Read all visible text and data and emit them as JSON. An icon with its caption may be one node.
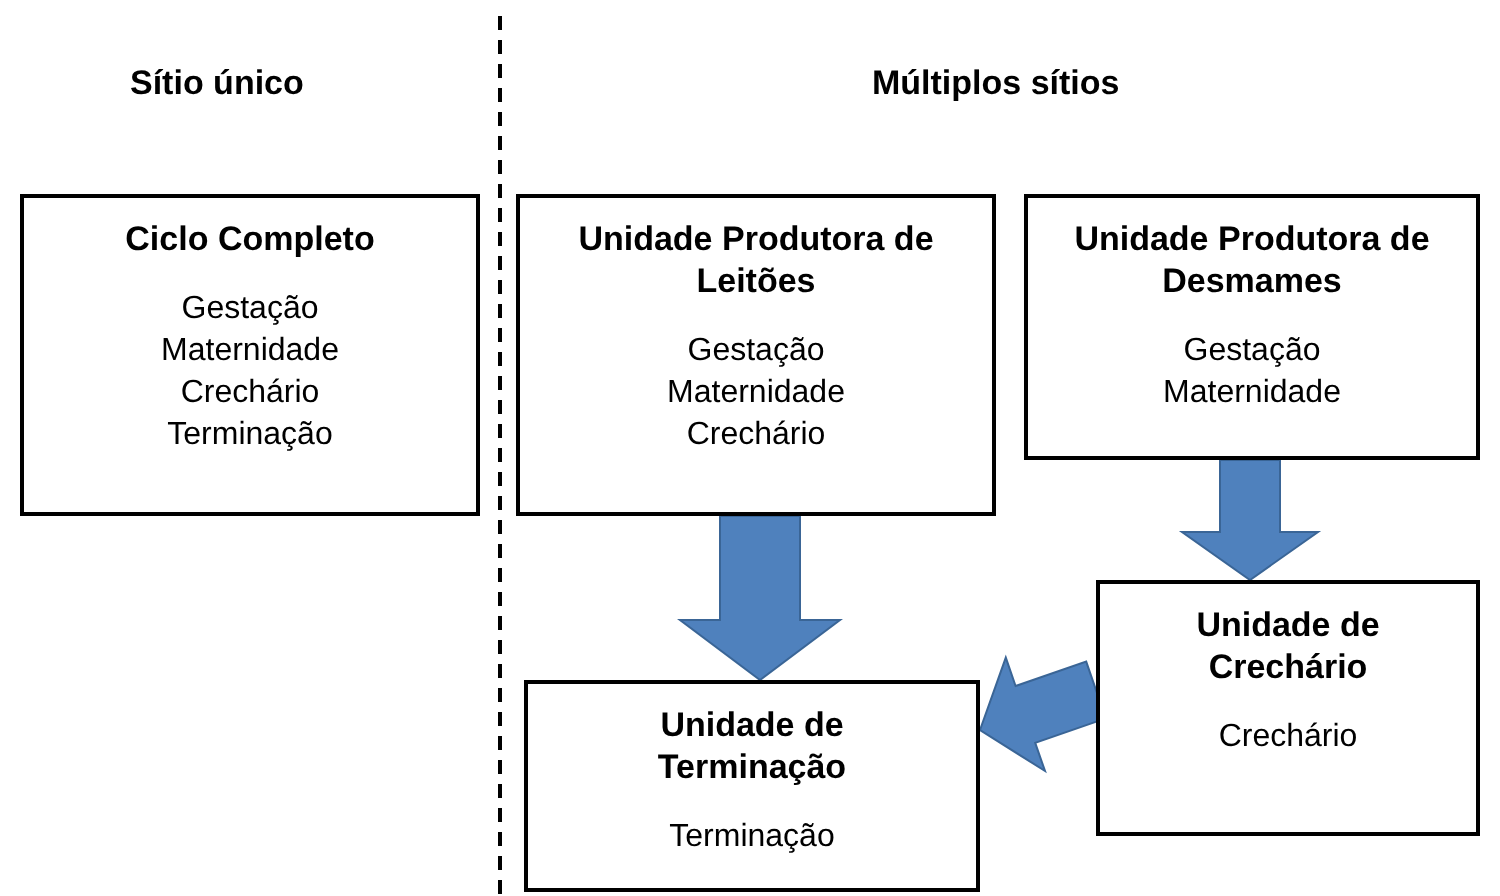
{
  "diagram": {
    "nodes": [
      {
        "text": [
          "Ciclo Completo",
          "Gestação",
          "Maternidade",
          "Crechário",
          "Terminação"
        ]
      },
      {
        "text": [
          "Unidade Produtora de Leitões",
          "Gestação",
          "Maternidade",
          "Crechário"
        ]
      },
      {
        "text": [
          "Unidade Produtora de Desmames",
          "Gestação",
          "Maternidade"
        ]
      },
      {
        "text": [
          "Unidade de Crechário",
          "Crechário"
        ]
      },
      {
        "text": [
          "Unidade de Terminação",
          "Terminação"
        ]
      }
    ],
    "edges": [
      {
        "from": 1,
        "to": 4,
        "arrow": "to",
        "style": "thick"
      },
      {
        "from": 2,
        "to": 3,
        "arrow": "to",
        "style": "thick"
      },
      {
        "from": 3,
        "to": 4,
        "arrow": "to",
        "style": "thick"
      }
    ],
    "labels": [
      "Sítio único",
      "Múltiplos sítios"
    ]
  }
}
